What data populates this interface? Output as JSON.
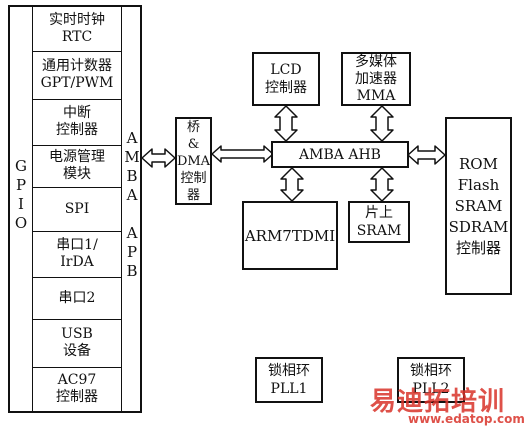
{
  "gpio": {
    "label": [
      "G",
      "P",
      "I",
      "O"
    ]
  },
  "peripherals": [
    {
      "label": "实时时钟\nRTC"
    },
    {
      "label": "通用计数器\nGPT/PWM"
    },
    {
      "label": "中断\n控制器"
    },
    {
      "label": "电源管理\n模块"
    },
    {
      "label": "SPI"
    },
    {
      "label": "串口1/\nIrDA"
    },
    {
      "label": "串口2"
    },
    {
      "label": "USB\n设备"
    },
    {
      "label": "AC97\n控制器"
    }
  ],
  "apb_bus": {
    "label": [
      "A",
      "M",
      "B",
      "A",
      "",
      "A",
      "P",
      "B"
    ]
  },
  "bridge": {
    "label": "桥\n&\nDMA\n控制器"
  },
  "lcd": {
    "label": "LCD\n控制器"
  },
  "mma": {
    "label": "多媒体\n加速器\nMMA"
  },
  "ahb_bus": {
    "label": "AMBA AHB"
  },
  "cpu": {
    "label": "ARM7TDMI"
  },
  "sram": {
    "label": "片上\nSRAM"
  },
  "memory_ctrl": {
    "label": "ROM\nFlash\nSRAM\nSDRAM\n控制器"
  },
  "pll1": {
    "label": "锁相环\nPLL1"
  },
  "pll2": {
    "label": "锁相环\nPLL2"
  },
  "watermark": {
    "brand": "易迪拓培训",
    "url": "www.edatop.com",
    "color": "#d9332a"
  }
}
